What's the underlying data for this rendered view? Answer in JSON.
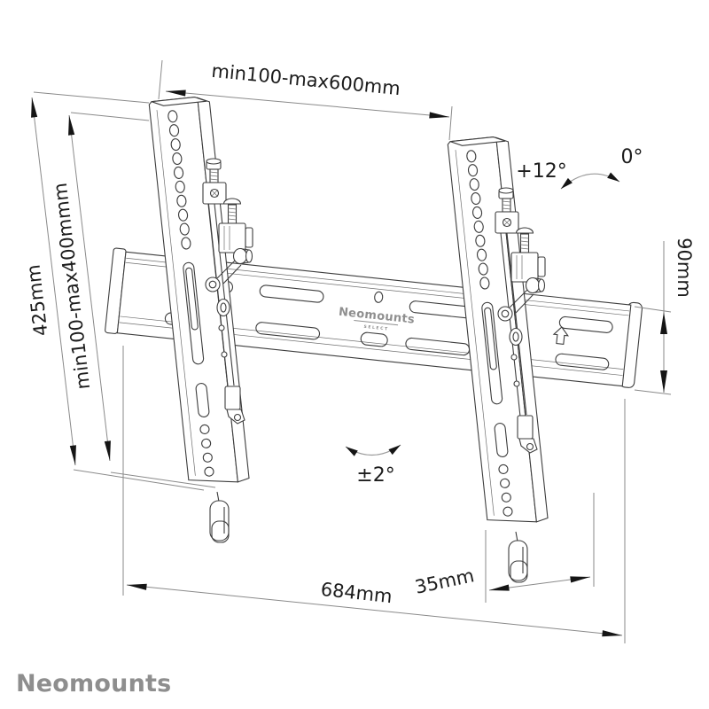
{
  "drawing": {
    "product": {
      "brand": "Neomounts",
      "line": "SELECT"
    },
    "dimensions": {
      "top_width": "min100-max600mm",
      "left_outer_height": "425mm",
      "left_inner_height": "min100-max400mmm",
      "plate_height": "90mm",
      "plate_width": "684mm",
      "depth": "35mm"
    },
    "angles": {
      "tilt_max": "+12°",
      "tilt_zero": "0°",
      "level_adjust": "±2°"
    }
  },
  "footer": {
    "brand": "Neomounts"
  },
  "colors": {
    "background": "#ffffff",
    "line": "#3d3d3d",
    "dimension_line": "#8a8a8a",
    "arrow": "#151515",
    "text": "#1c1c1c",
    "brand_gray": "#8e8e8e"
  }
}
